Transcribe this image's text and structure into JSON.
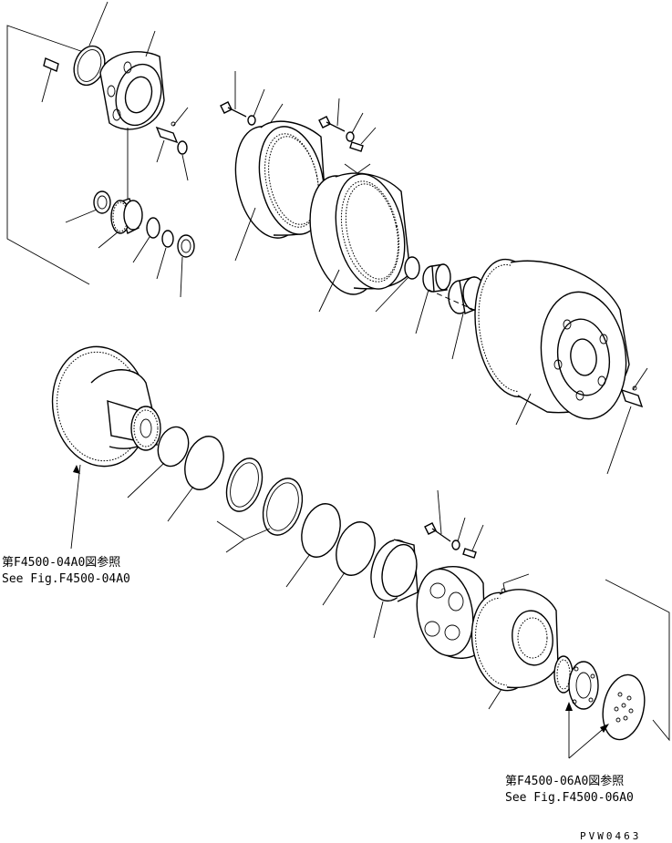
{
  "references": {
    "fig_04a0_jp": "第F4500-04A0図参照",
    "fig_04a0_en": "See Fig.F4500-04A0",
    "fig_06a0_jp": "第F4500-06A0図参照",
    "fig_06a0_en": "See Fig.F4500-06A0"
  },
  "drawing_code": "PVW0463"
}
